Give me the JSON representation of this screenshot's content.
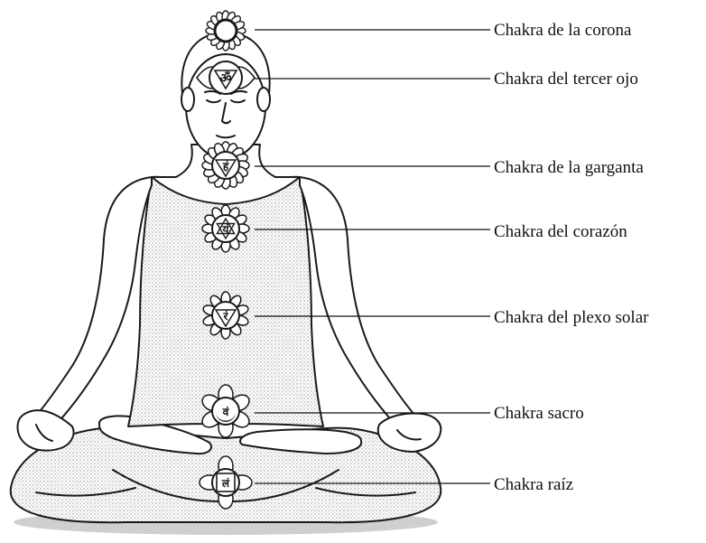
{
  "chakras": [
    {
      "label": "Chakra de la corona"
    },
    {
      "label": "Chakra del tercer ojo",
      "syllable": "ॐ"
    },
    {
      "label": "Chakra de la garganta",
      "syllable": "हं"
    },
    {
      "label": "Chakra del corazón",
      "syllable": "यं"
    },
    {
      "label": "Chakra del plexo solar",
      "syllable": "रं"
    },
    {
      "label": "Chakra sacro",
      "syllable": "वं"
    },
    {
      "label": "Chakra raíz",
      "syllable": "लं"
    }
  ],
  "colors": {
    "ink": "#1a1a1a",
    "cloth_dots": "#8c8c8c",
    "shadow": "#cfcfcf",
    "background": "#ffffff"
  }
}
